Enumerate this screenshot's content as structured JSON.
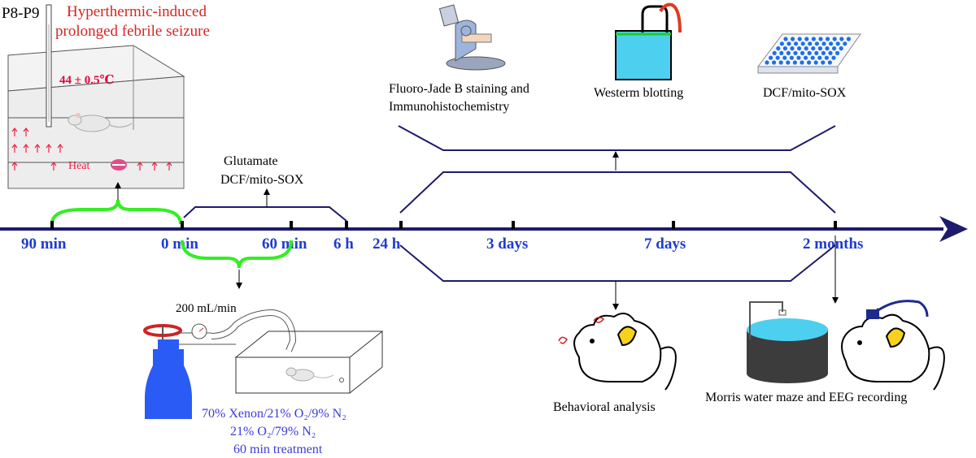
{
  "colors": {
    "timeline": "#1e1a6e",
    "tick_label": "#1f3bd1",
    "title_red": "#d8251f",
    "temp_red": "#e8003c",
    "bracket_green": "#33ee22",
    "gas_blue": "#3b3bdc",
    "bottle_blue": "#2a5bf5",
    "valve_red": "#d22222",
    "heat_arrow": "#ee2244",
    "water_cyan": "#4dd0f0",
    "plate_dot": "#1e6fe8"
  },
  "title": {
    "age": "P8-P9",
    "line1": "Hyperthermic-induced",
    "line2": "prolonged febrile seizure"
  },
  "chamber": {
    "temperature": "44 ± 0.5℃",
    "heat_label": "Heat"
  },
  "timeline": {
    "ticks": [
      {
        "label": "90 min"
      },
      {
        "label": "0 min"
      },
      {
        "label": "60 min"
      },
      {
        "label": "6 h"
      },
      {
        "label": "24 h"
      },
      {
        "label": "3 days"
      },
      {
        "label": "7 days"
      },
      {
        "label": "2 months"
      }
    ]
  },
  "assays": {
    "early_line1": "Glutamate",
    "early_line2": "DCF/mito-SOX",
    "fjb_line1": "Fluoro-Jade B staining and",
    "fjb_line2": "Immunohistochemistry",
    "western": "Westerm blotting",
    "dcf": "DCF/mito-SOX"
  },
  "treatment": {
    "flow_rate": "200 mL/min",
    "gas1": "70% Xenon/21% O₂/9% N₂",
    "gas2": "21% O₂/79% N₂",
    "duration": "60 min treatment"
  },
  "outcomes": {
    "behavior": "Behavioral analysis",
    "morris_eeg": "Morris water maze and EEG recording"
  },
  "icons": [
    "thermometer-icon",
    "rat-icon",
    "heat-pad-icon",
    "microscope-icon",
    "western-blot-tank-icon",
    "well-plate-icon",
    "gas-bottle-icon",
    "valve-icon",
    "pressure-gauge-icon",
    "mouse-dizzy-icon",
    "water-maze-icon",
    "eeg-mouse-icon"
  ]
}
